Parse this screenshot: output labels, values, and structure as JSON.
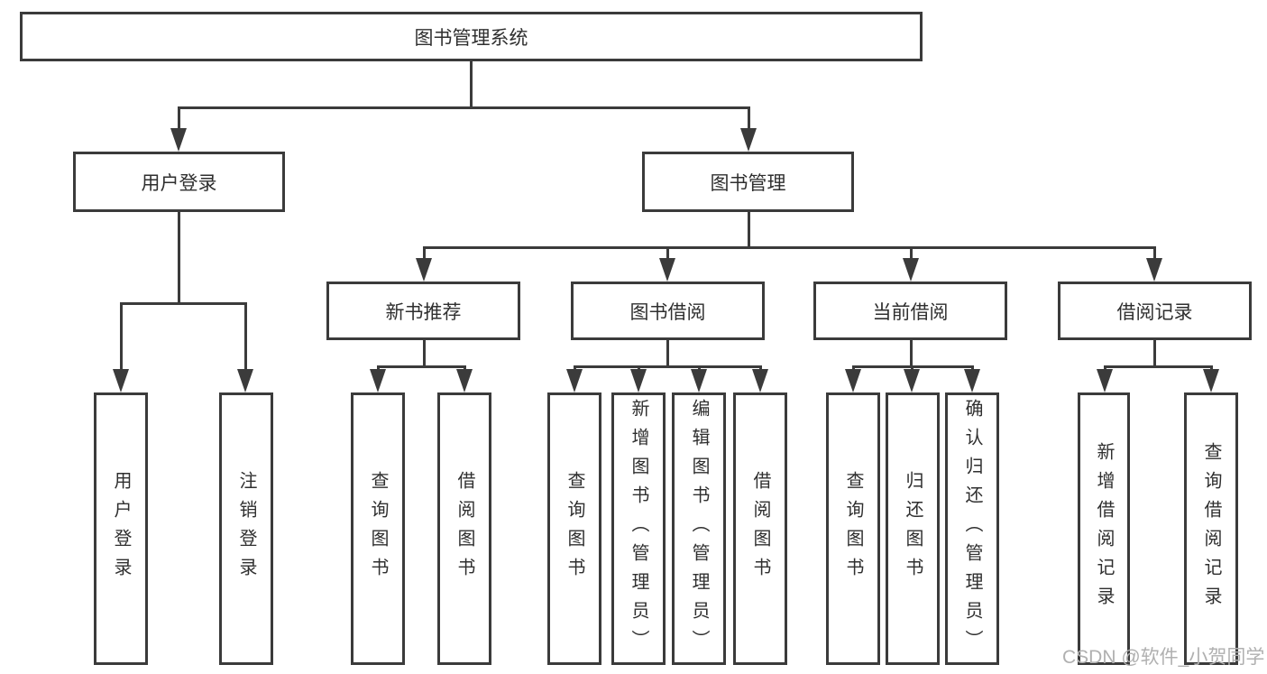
{
  "colors": {
    "line": "#3b3b3b",
    "text": "#2f2f2f",
    "watermark": "#b0b0b0",
    "background": "#ffffff"
  },
  "watermark": "CSDN @软件_小贺同学",
  "tree": {
    "root": "图书管理系统",
    "branches": [
      {
        "label": "用户登录",
        "children": [
          "用户登录",
          "注销登录"
        ]
      },
      {
        "label": "图书管理",
        "children": [
          {
            "label": "新书推荐",
            "children": [
              "查询图书",
              "借阅图书"
            ]
          },
          {
            "label": "图书借阅",
            "children": [
              "查询图书",
              "新增图书（管理员）",
              "编辑图书（管理员）",
              "借阅图书"
            ]
          },
          {
            "label": "当前借阅",
            "children": [
              "查询图书",
              "归还图书",
              "确认归还（管理员）"
            ]
          },
          {
            "label": "借阅记录",
            "children": [
              "新增借阅记录",
              "查询借阅记录"
            ]
          }
        ]
      }
    ]
  }
}
